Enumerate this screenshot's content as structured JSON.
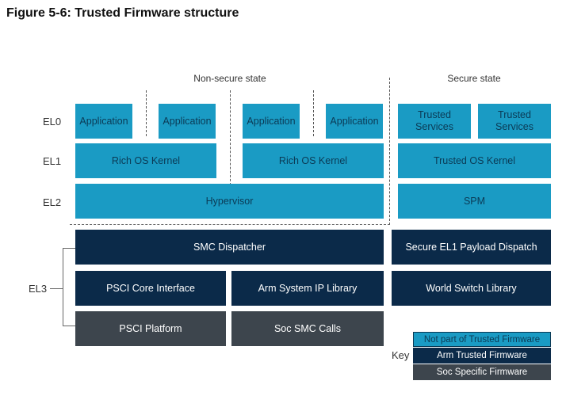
{
  "figure": {
    "title": "Figure 5-6: Trusted Firmware structure"
  },
  "states": {
    "nonsecure": "Non-secure state",
    "secure": "Secure state"
  },
  "levels": {
    "el0": "EL0",
    "el1": "EL1",
    "el2": "EL2",
    "el3": "EL3"
  },
  "nonsecure": {
    "el0_apps": [
      "Application",
      "Application",
      "Application",
      "Application"
    ],
    "el1_kernels": [
      "Rich OS Kernel",
      "Rich OS Kernel"
    ],
    "el2": "Hypervisor"
  },
  "secure": {
    "el0_services": [
      "Trusted Services",
      "Trusted Services"
    ],
    "el1": "Trusted OS Kernel",
    "el2": "SPM"
  },
  "el3": {
    "smc_dispatcher": "SMC Dispatcher",
    "secure_el1_dispatch": "Secure EL1 Payload Dispatch",
    "psci_core": "PSCI Core Interface",
    "arm_ip_library": "Arm System IP Library",
    "world_switch": "World Switch Library",
    "psci_platform": "PSCI Platform",
    "soc_smc": "Soc SMC Calls"
  },
  "key": {
    "label": "Key",
    "entries": [
      "Not part of Trusted  Firmware",
      "Arm Trusted  Firmware",
      "Soc Specific  Firmware"
    ],
    "colors": {
      "not_tf": "#1a9bc4",
      "arm_tf": "#0b2a49",
      "soc": "#3d454d"
    }
  }
}
